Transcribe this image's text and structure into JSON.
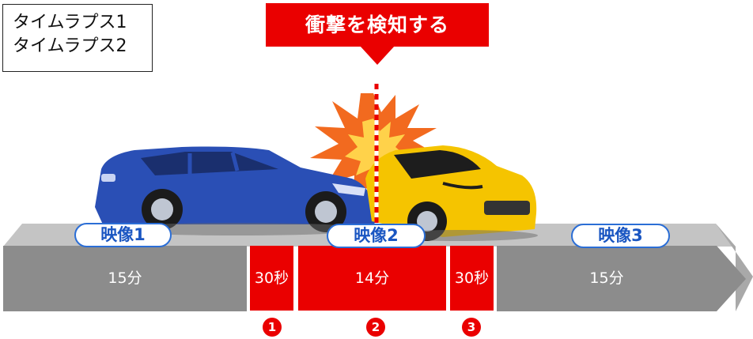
{
  "legend": {
    "line1": "タイムラプス1",
    "line2": "タイムラプス2"
  },
  "callout": {
    "text": "衝撃を検知する"
  },
  "videos": [
    {
      "label": "映像1"
    },
    {
      "label": "映像2"
    },
    {
      "label": "映像3"
    }
  ],
  "segments": [
    {
      "label": "15分",
      "color": "#8c8c8c"
    },
    {
      "label": "30秒",
      "color": "#ea0000"
    },
    {
      "label": "14分",
      "color": "#ea0000"
    },
    {
      "label": "30秒",
      "color": "#ea0000"
    },
    {
      "label": "15分",
      "color": "#8c8c8c"
    }
  ],
  "markers": [
    "1",
    "2",
    "3"
  ],
  "colors": {
    "accent_red": "#ea0000",
    "timeline_gray": "#8c8c8c",
    "pill_blue": "#2b6ed6",
    "car_blue": "#2a4fb5",
    "car_yellow": "#f5c400",
    "impact_orange": "#f26a1f"
  }
}
